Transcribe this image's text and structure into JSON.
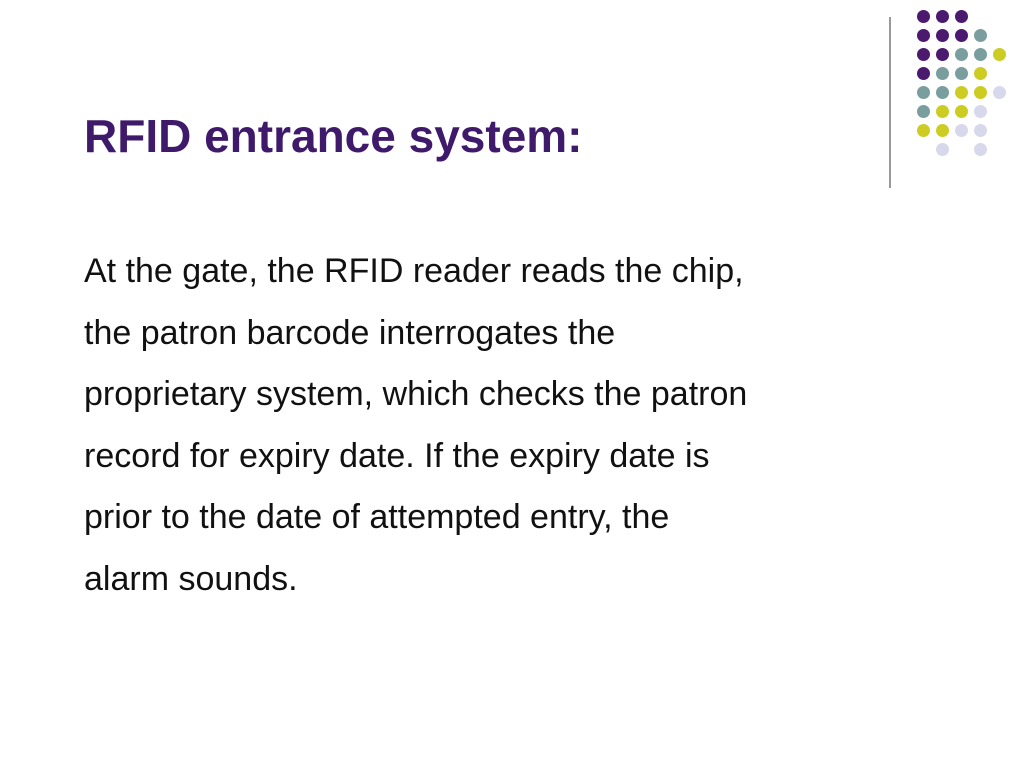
{
  "slide": {
    "title": "RFID entrance system:",
    "body_lines": [
      "At the gate, the RFID reader reads the chip,",
      "the patron barcode interrogates the",
      "proprietary system, which checks the patron",
      "record for expiry date. If the expiry date is",
      "prior to the date of attempted entry, the",
      "alarm sounds."
    ]
  },
  "theme": {
    "title_color": "#3f1a6b",
    "text_color": "#111111",
    "divider_color": "#9a9a9a",
    "dot_colors": {
      "purple": "#4b1a6e",
      "teal": "#7a9e9e",
      "yellow": "#cccc22",
      "lavender": "#d8d8ec"
    },
    "dot_pattern": [
      [
        "",
        "purple",
        "purple",
        "purple",
        "",
        ""
      ],
      [
        "",
        "purple",
        "purple",
        "purple",
        "teal",
        ""
      ],
      [
        "",
        "purple",
        "purple",
        "teal",
        "teal",
        "yellow"
      ],
      [
        "",
        "purple",
        "teal",
        "teal",
        "yellow",
        ""
      ],
      [
        "",
        "teal",
        "teal",
        "yellow",
        "yellow",
        "lavender"
      ],
      [
        "",
        "teal",
        "yellow",
        "yellow",
        "lavender",
        ""
      ],
      [
        "",
        "yellow",
        "yellow",
        "lavender",
        "lavender",
        ""
      ],
      [
        "",
        "",
        "lavender",
        "",
        "lavender",
        ""
      ]
    ]
  }
}
